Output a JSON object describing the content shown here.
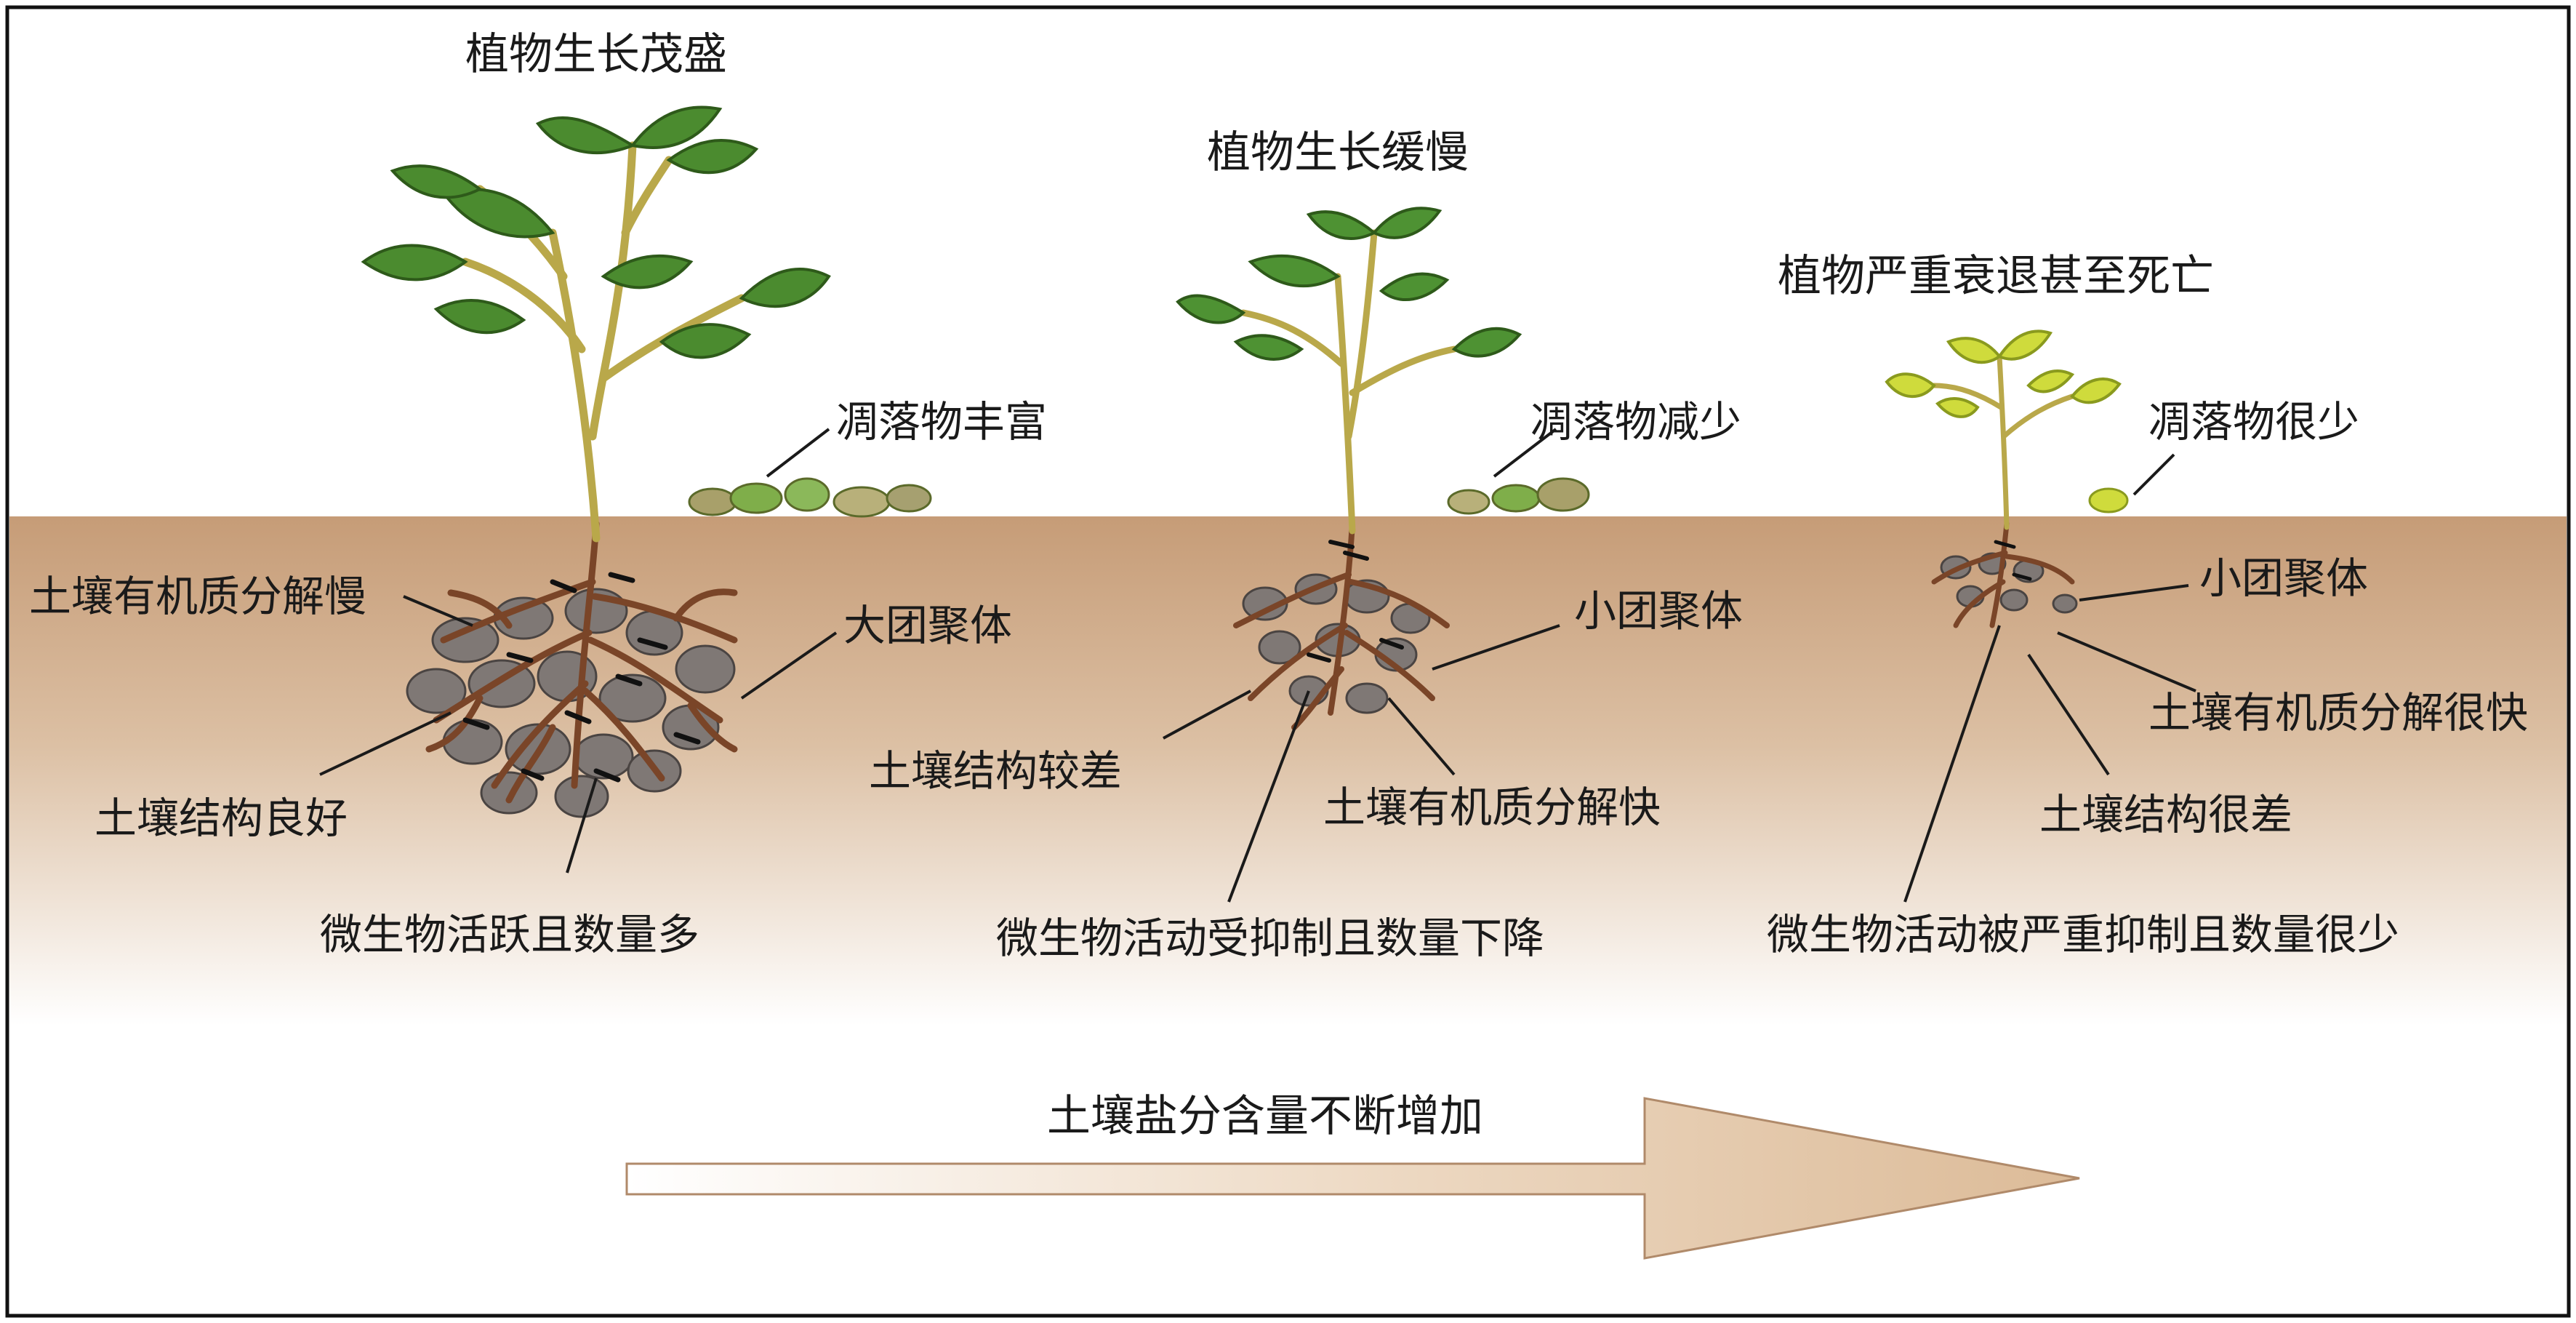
{
  "diagram": {
    "stages": [
      {
        "plant_status": "植物生长茂盛",
        "litter": "凋落物丰富",
        "soil_labels": {
          "decomposition": "土壤有机质分解慢",
          "aggregate": "大团聚体",
          "structure": "土壤结构良好",
          "microbes": "微生物活跃且数量多"
        }
      },
      {
        "plant_status": "植物生长缓慢",
        "litter": "凋落物减少",
        "soil_labels": {
          "aggregate": "小团聚体",
          "structure": "土壤结构较差",
          "decomposition": "土壤有机质分解快",
          "microbes": "微生物活动受抑制且数量下降"
        }
      },
      {
        "plant_status": "植物严重衰退甚至死亡",
        "litter": "凋落物很少",
        "soil_labels": {
          "aggregate": "小团聚体",
          "decomposition": "土壤有机质分解很快",
          "structure": "土壤结构很差",
          "microbes": "微生物活动被严重抑制且数量很少"
        }
      }
    ],
    "trend_arrow_label": "土壤盐分含量不断增加",
    "colors": {
      "soil_top": "#c9a17d",
      "soil_bottom": "#ffffff",
      "leaf_healthy": "#4a8a2e",
      "leaf_yellow": "#c9d93a",
      "root": "#7a4a2a",
      "aggregate": "#7d7673",
      "arrow_fill": "#e3c7a5"
    }
  }
}
